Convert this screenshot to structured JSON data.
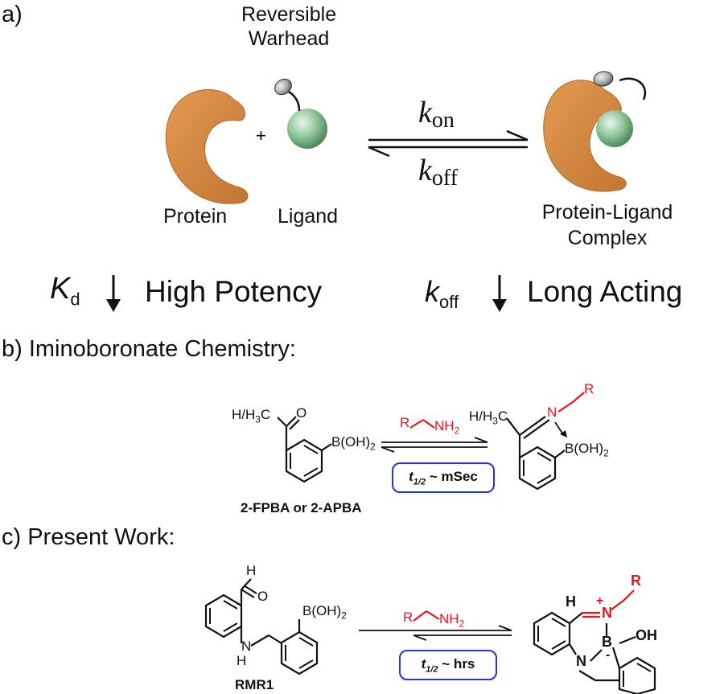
{
  "section_a": {
    "label": "a)",
    "warhead": [
      "Reversible",
      "Warhead"
    ],
    "plus": "+",
    "protein": "Protein",
    "ligand": "Ligand",
    "complex": [
      "Protein-Ligand",
      "Complex"
    ],
    "k_on": {
      "k": "k",
      "sub": "on"
    },
    "k_off": {
      "k": "k",
      "sub": "off"
    },
    "kd": {
      "k": "K",
      "sub": "d"
    },
    "high_potency": "High Potency",
    "koff_bottom": {
      "k": "k",
      "sub": "off"
    },
    "long_acting": "Long Acting",
    "colors": {
      "protein": "#d4873e",
      "ligand": "#8fc79a",
      "warhead": "#a8a8a8"
    }
  },
  "section_b": {
    "label": "b) Iminoboronate Chemistry:",
    "reactant_sub": "H/H3C",
    "reactant_o": "O",
    "boronic": "B(OH)2",
    "amine_r": "R",
    "amine_nh2": "NH2",
    "half_life": {
      "t": "t",
      "sub": "1/2",
      "rest": " ~ mSec"
    },
    "product_sub": "H/H3C",
    "product_n": "N",
    "product_r": "R",
    "product_b": "B(OH)2",
    "caption": "2-FPBA or 2-APBA"
  },
  "section_c": {
    "label": "c) Present Work:",
    "aldehyde_h": "H",
    "aldehyde_o": "O",
    "boronic": "B(OH)2",
    "amine_nh": "H",
    "amine_n": "N",
    "amine_r": "R",
    "amine_nh2": "NH2",
    "half_life": {
      "t": "t",
      "sub": "1/2",
      "rest": " ~ hrs"
    },
    "product_h": "H",
    "product_r": "R",
    "product_plus": "+",
    "product_n_plus": "N",
    "product_b": "B",
    "product_minus": "-",
    "product_oh": "OH",
    "product_n": "N",
    "caption": "RMR1"
  }
}
